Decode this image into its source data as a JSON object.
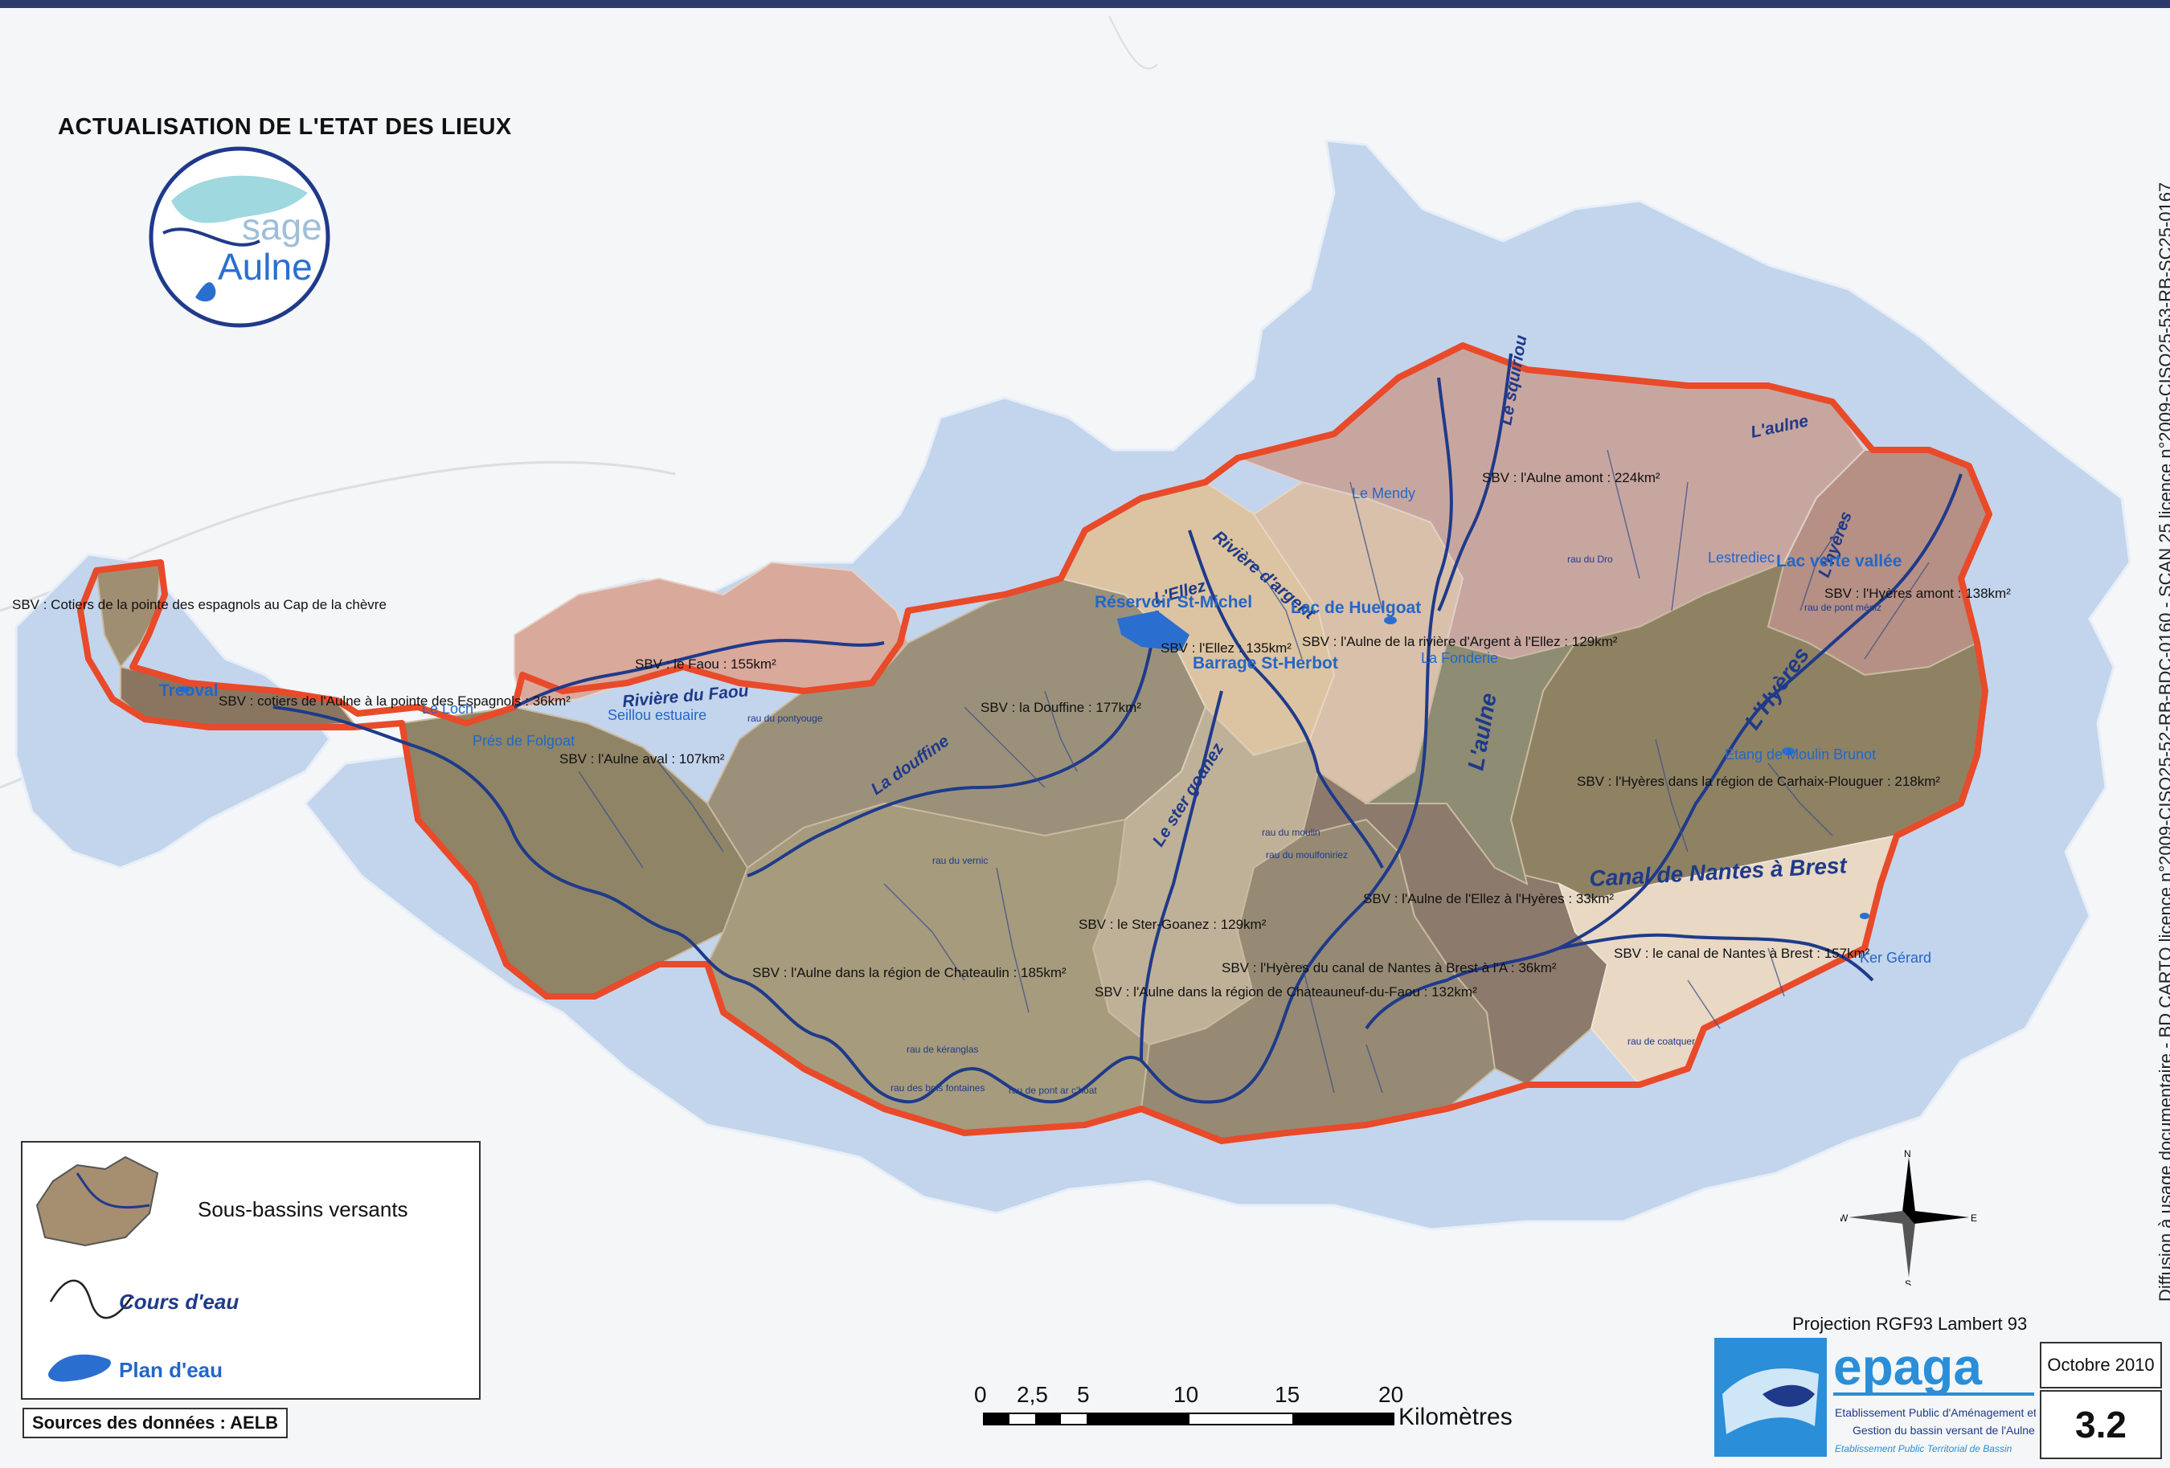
{
  "title": "ACTUALISATION DE L'ETAT DES LIEUX",
  "logo": {
    "line1": "sage",
    "line2": "Aulne"
  },
  "vertical_credit": "Diffusion à usage documentaire - BD CARTO licence n°2009-CISO25-52-RB-BDC-0160 - SCAN 25 licence n°2009-CISO25-53-RB-SC25-0167",
  "subbasins": [
    {
      "label": "SBV : Cotiers de la pointe des espagnols au Cap de la chèvre",
      "color": "#a08e72"
    },
    {
      "label": "SBV : cotiers de l'Aulne à la pointe des Espagnols : 36km²",
      "color": "#8a7660"
    },
    {
      "label": "SBV : le Faou : 155km²",
      "color": "#d9a99c"
    },
    {
      "label": "SBV : l'Aulne aval : 107km²",
      "color": "#8f8466"
    },
    {
      "label": "SBV : la Douffine : 177km²",
      "color": "#9b917a"
    },
    {
      "label": "SBV : l'Ellez : 135km²",
      "color": "#dcc4a2"
    },
    {
      "label": "SBV : l'Aulne de la rivière d'Argent à l'Ellez : 129km²",
      "color": "#d8c0aa"
    },
    {
      "label": "SBV : l'Aulne amont : 224km²",
      "color": "#c8a6a0"
    },
    {
      "label": "SBV : l'Hyères amont : 138km²",
      "color": "#b69084"
    },
    {
      "label": "SBV : l'Hyères dans la région de Carhaix-Plouguer : 218km²",
      "color": "#8e8263"
    },
    {
      "label": "SBV : le Ster-Goanez : 129km²",
      "color": "#bfb098"
    },
    {
      "label": "SBV : l'Aulne dans la région de Chateaulin : 185km²",
      "color": "#a69b7c"
    },
    {
      "label": "SBV : l'Aulne dans la région de Chateauneuf-du-Faou : 132km²",
      "color": "#968a74"
    },
    {
      "label": "SBV : l'Hyères du canal de Nantes à Brest à l'A : 36km²",
      "color": "#8c7a6c"
    },
    {
      "label": "SBV : l'Aulne de l'Ellez à l'Hyères : 33km²",
      "color": "#8e8c72"
    },
    {
      "label": "SBV : le canal de Nantes à Brest : 157km²",
      "color": "#e8d8c4"
    }
  ],
  "rivers": [
    "Le squiriou",
    "L'aulne",
    "Rivière d'argent",
    "L'Ellez",
    "Rivière du Faou",
    "La douffine",
    "Le ster goanez",
    "L'hyères",
    "L'Hyères",
    "L'aulne",
    "Canal de Nantes à Brest"
  ],
  "places": [
    "Le Mendy",
    "Réservoir St-Michel",
    "Lac de Huelgoat",
    "Barrage St-Herbot",
    "La Fonderie",
    "Lestrediec",
    "Lac verte vallée",
    "Etang de Moulin Brunot",
    "Ker Gérard",
    "Treoval",
    "Le Loch",
    "Seillou estuaire",
    "Prés de Folgoat"
  ],
  "minor_streams": [
    "rau du pontyouge",
    "rau du vernic",
    "rau du moulin",
    "rau de pont ar c'hoat",
    "rau des bois fontaines",
    "rau du Dro",
    "rau de pont méniz",
    "rau de kéranglas",
    "rau du moulfoniriez",
    "rau de coatquer"
  ],
  "legend": {
    "subbasins": "Sous-bassins versants",
    "streams": "Cours d'eau",
    "water": "Plan d'eau"
  },
  "sources": "Sources des données : AELB",
  "projection": "Projection RGF93 Lambert 93",
  "epaga": {
    "name": "epaga",
    "line1": "Etablissement Public d'Aménagement et de",
    "line2": "Gestion du bassin versant de l'Aulne",
    "line3": "Etablissement Public Territorial de Bassin"
  },
  "date": "Octobre 2010",
  "map_number": "3.2",
  "scale": {
    "ticks": [
      "0",
      "2,5",
      "5",
      "10",
      "15",
      "20"
    ],
    "unit": "Kilomètres"
  },
  "compass": {
    "n": "N",
    "s": "S",
    "e": "E",
    "w": "W"
  },
  "colors": {
    "outline": "#e84a2a",
    "surrounding": "#c3d5ec",
    "river": "#1f3a8a",
    "water": "#2a6fd0"
  }
}
